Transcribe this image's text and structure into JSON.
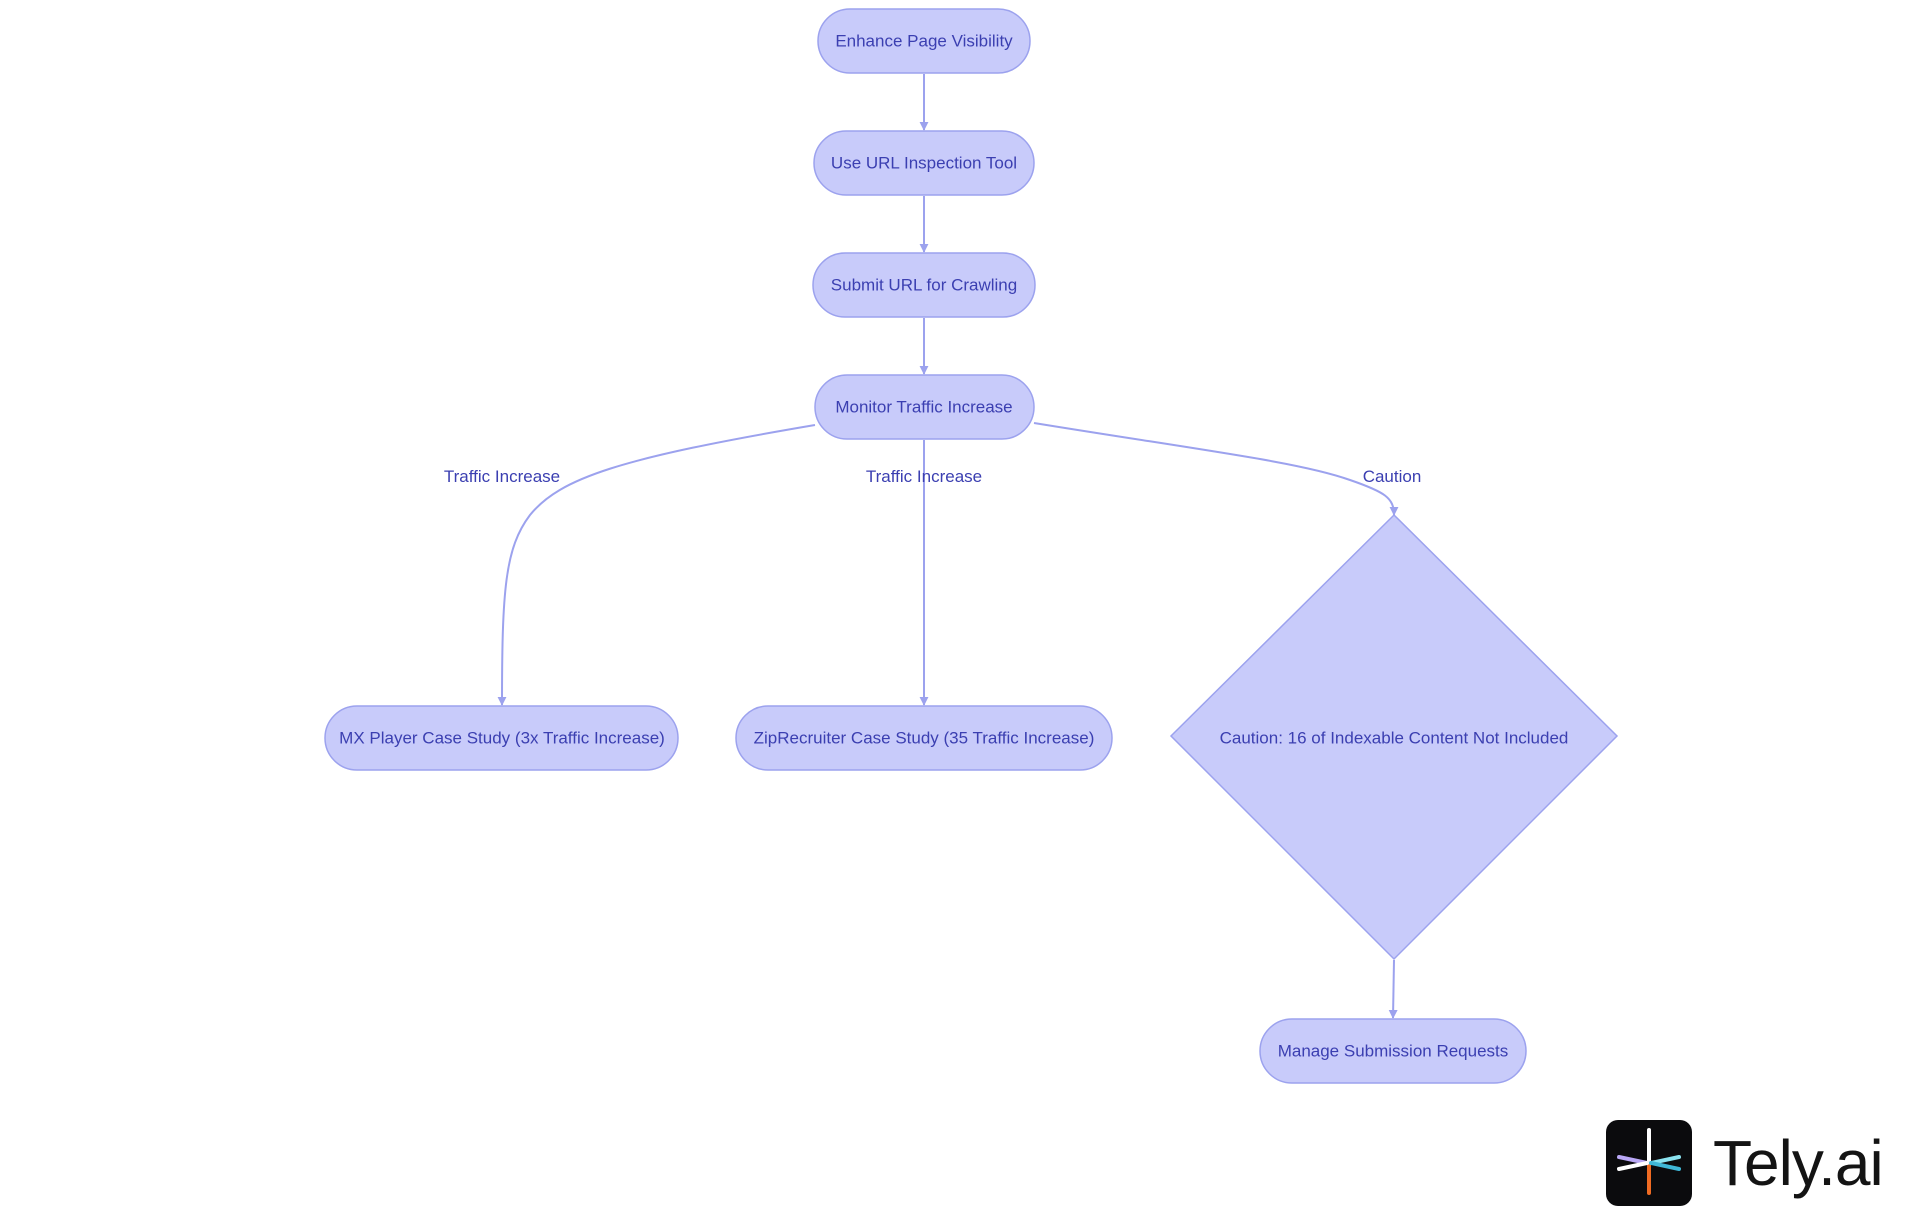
{
  "colors": {
    "node_fill": "#c8cbfa",
    "node_stroke": "#9ca2ee",
    "edge": "#9ca2ee",
    "text": "#3b3fb1"
  },
  "nodes": {
    "enhance": "Enhance Page Visibility",
    "inspect": "Use URL Inspection Tool",
    "submit": "Submit URL for Crawling",
    "monitor": "Monitor Traffic Increase",
    "mxplayer": "MX Player Case Study (3x Traffic Increase)",
    "ziprecruiter": "ZipRecruiter Case Study (35 Traffic Increase)",
    "caution": "Caution: 16 of Indexable Content Not Included",
    "manage": "Manage Submission Requests"
  },
  "edges": [
    {
      "from": "enhance",
      "to": "inspect",
      "label": ""
    },
    {
      "from": "inspect",
      "to": "submit",
      "label": ""
    },
    {
      "from": "submit",
      "to": "monitor",
      "label": ""
    },
    {
      "from": "monitor",
      "to": "mxplayer",
      "label": "Traffic Increase"
    },
    {
      "from": "monitor",
      "to": "ziprecruiter",
      "label": "Traffic Increase"
    },
    {
      "from": "monitor",
      "to": "caution",
      "label": "Caution"
    },
    {
      "from": "caution",
      "to": "manage",
      "label": ""
    }
  ],
  "logo": {
    "text": "Tely.ai",
    "icon": "tely-spark-icon"
  }
}
